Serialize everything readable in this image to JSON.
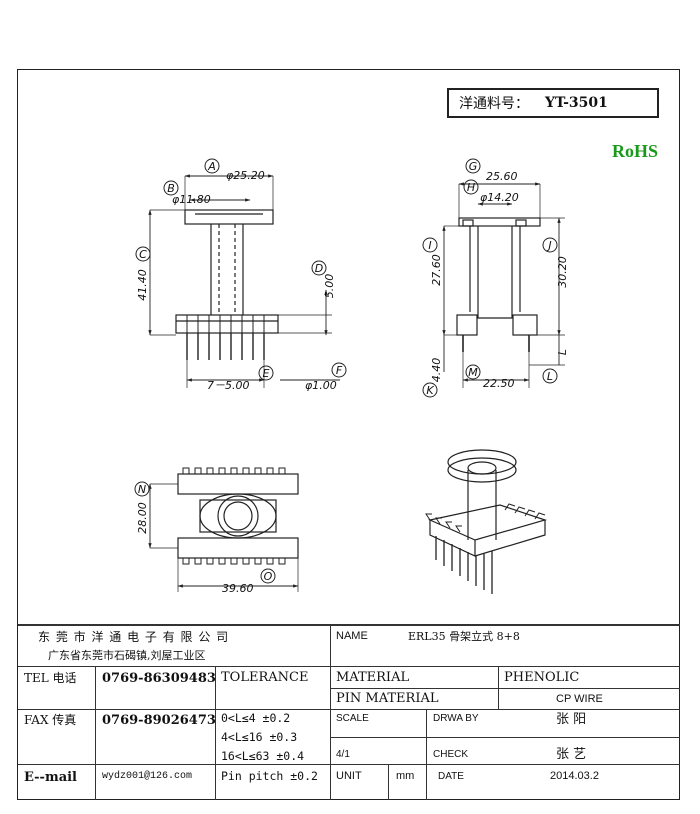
{
  "part_box": {
    "label": "洋通料号：",
    "number": "YT-3501"
  },
  "rohs": "RoHS",
  "dims": {
    "A": "A",
    "a_val": "φ25.20",
    "B": "B",
    "b_val": "φ11.80",
    "C": "C",
    "c_val": "41.40",
    "D": "D",
    "d_val": "5.00",
    "E": "E",
    "e_val": "7－5.00",
    "F": "F",
    "f_val": "φ1.00",
    "G": "G",
    "g_val": "25.60",
    "H": "H",
    "h_val": "φ14.20",
    "I": "I",
    "i_val": "27.60",
    "J": "J",
    "j_val": "30.20",
    "K": "K",
    "k_val": "4.40",
    "L": "L",
    "l_val": "L",
    "M": "M",
    "m_val": "22.50",
    "N": "N",
    "n_val": "28.00",
    "O": "O",
    "o_val": "39.60"
  },
  "title_block": {
    "company": "东 莞 市 洋 通 电 子 有 限 公 司",
    "address": "广东省东莞市石碣镇,刘屋工业区",
    "name_label": "NAME",
    "name_value": "ERL35 骨架立式 8+8",
    "tel_label": "TEL 电话",
    "tel_value": "0769-86309483",
    "tolerance_label": "TOLERANCE",
    "material_label": "MATERIAL",
    "material_value": "PHENOLIC",
    "pin_material_label": "PIN MATERIAL",
    "pin_material_value": "CP WIRE",
    "fax_label": "FAX 传真",
    "fax_value": "0769-89026473",
    "tol_1": "0<L≤4  ±0.2",
    "tol_2": "4<L≤16 ±0.3",
    "tol_3": "16<L≤63 ±0.4",
    "tol_4": "Pin pitch ±0.2",
    "scale_label": "SCALE",
    "scale_value": "4/1",
    "drwaby_label": "DRWA BY",
    "drwaby_value": "张 阳",
    "check_label": "CHECK",
    "check_value": "张 艺",
    "email_label": "E--mail",
    "email_value": "wydz001@126.com",
    "unit_label": "UNIT",
    "unit_value": "mm",
    "date_label": "DATE",
    "date_value": "2014.03.2"
  }
}
